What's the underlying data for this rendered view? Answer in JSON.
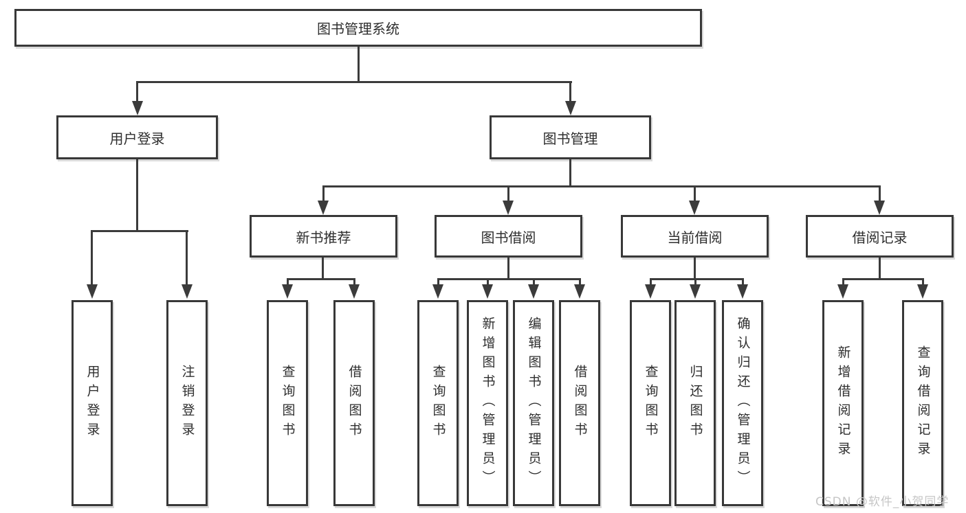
{
  "diagram": {
    "title": "图书管理系统",
    "root": {
      "label": "图书管理系统"
    },
    "level1": [
      {
        "label": "用户登录"
      },
      {
        "label": "图书管理"
      }
    ],
    "level2": [
      {
        "label": "新书推荐"
      },
      {
        "label": "图书借阅"
      },
      {
        "label": "当前借阅"
      },
      {
        "label": "借阅记录"
      }
    ],
    "leaves": {
      "user": [
        "用户登录",
        "注销登录"
      ],
      "recommend": [
        "查询图书",
        "借阅图书"
      ],
      "borrow": [
        "查询图书",
        "新增图书（管理员）",
        "编辑图书（管理员）",
        "借阅图书"
      ],
      "current": [
        "查询图书",
        "归还图书",
        "确认归还（管理员）"
      ],
      "records": [
        "新增借阅记录",
        "查询借阅记录"
      ]
    }
  },
  "watermark": {
    "text": "CSDN @软件_小贺同学"
  },
  "colors": {
    "line": "#3b3b3b",
    "border": "#383838",
    "text": "#2e2e2e",
    "watermark": "#c6c6c6",
    "background": "#ffffff"
  }
}
